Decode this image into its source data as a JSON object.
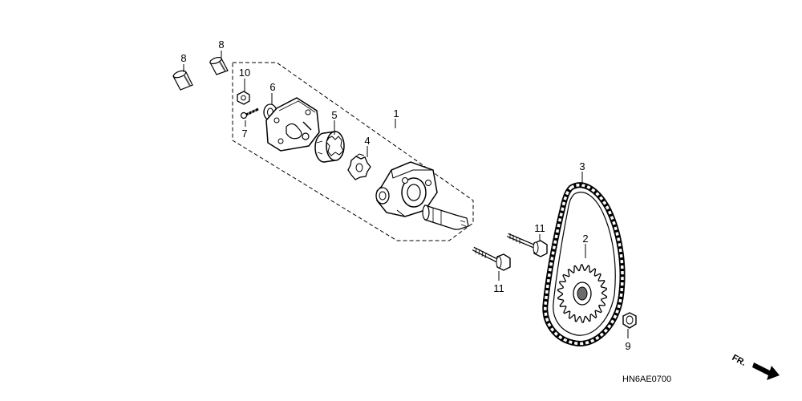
{
  "callouts": [
    {
      "id": "c1",
      "text": "1"
    },
    {
      "id": "c2",
      "text": "2"
    },
    {
      "id": "c3",
      "text": "3"
    },
    {
      "id": "c4",
      "text": "4"
    },
    {
      "id": "c5",
      "text": "5"
    },
    {
      "id": "c6",
      "text": "6"
    },
    {
      "id": "c7",
      "text": "7"
    },
    {
      "id": "c8a",
      "text": "8"
    },
    {
      "id": "c8b",
      "text": "8"
    },
    {
      "id": "c9",
      "text": "9"
    },
    {
      "id": "c10",
      "text": "10"
    },
    {
      "id": "c11a",
      "text": "11"
    },
    {
      "id": "c11b",
      "text": "11"
    }
  ],
  "direction_label": "FR.",
  "diagram_code": "HN6AE0700",
  "colors": {
    "line": "#000000",
    "fill": "#ffffff",
    "shade": "#9a9a9a",
    "dark": "#3a3a3a"
  }
}
